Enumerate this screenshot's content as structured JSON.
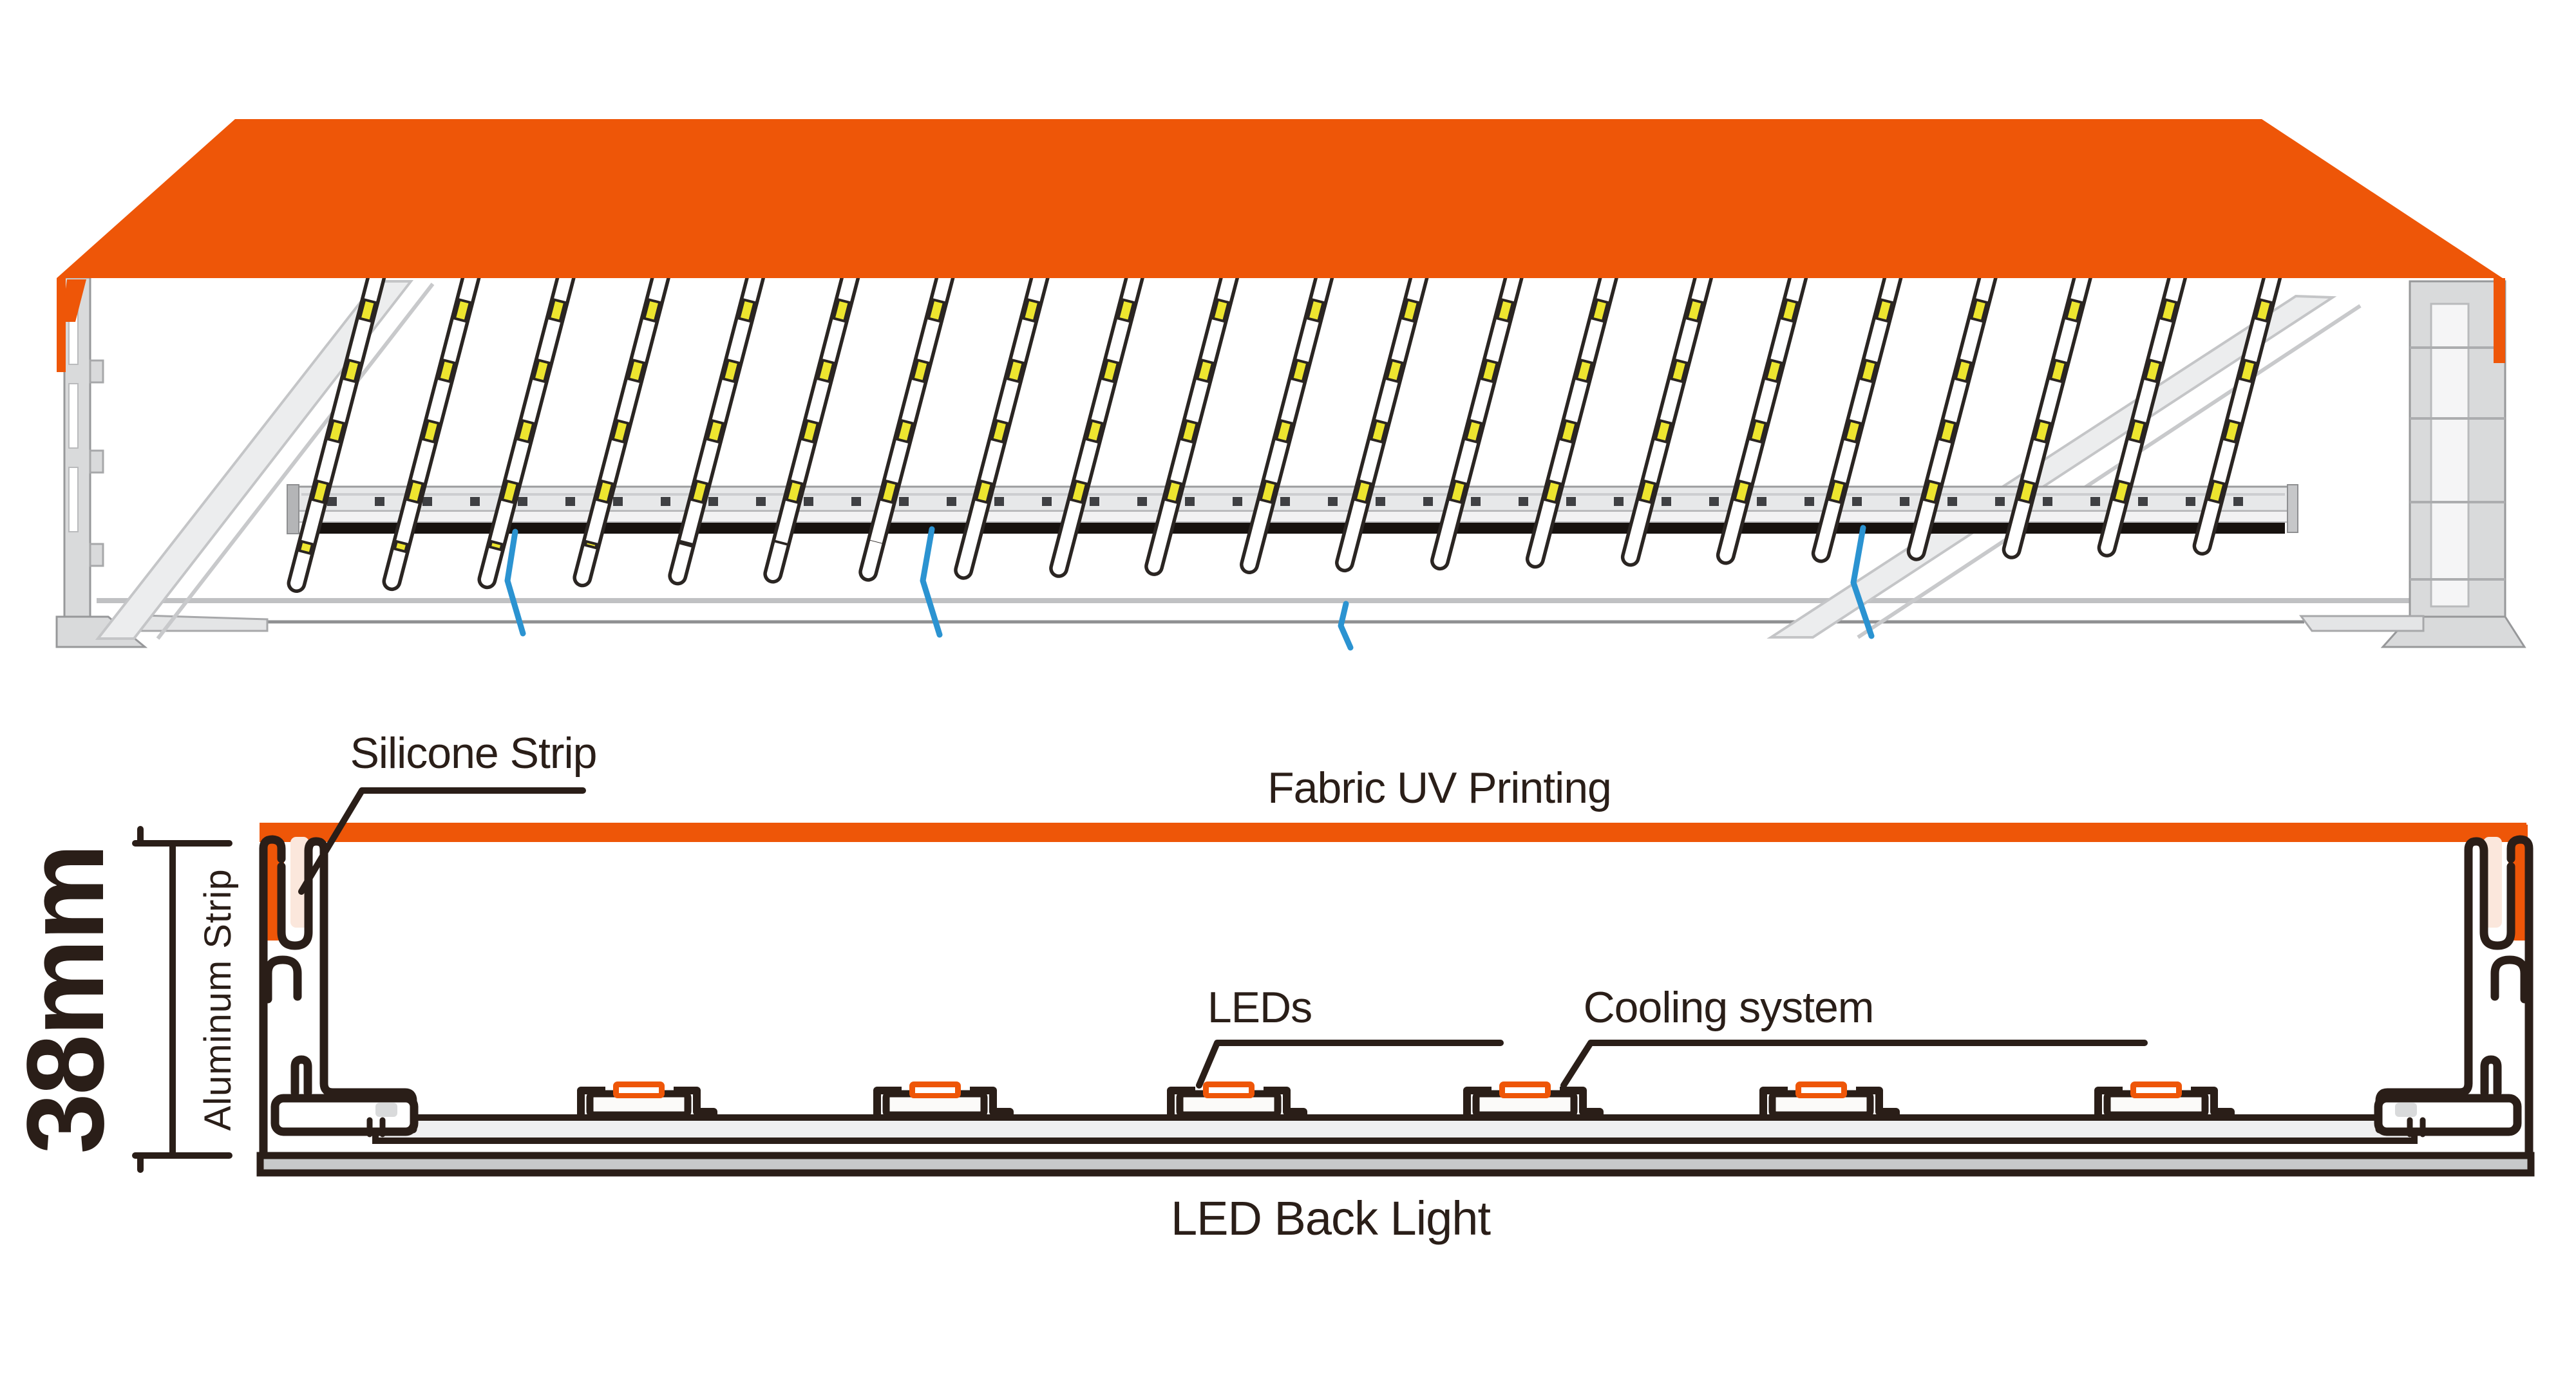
{
  "colors": {
    "fabric_orange": "#EE5608",
    "outline_dark": "#2A1E18",
    "silicone_cream": "#FBE7DC",
    "led_yellow": "#EDE52F",
    "wire_blue": "#2B93D1",
    "frame_gray": "#D9DADB",
    "back_panel_gray": "#EFEFF0",
    "base_plate_gray": "#C7C9CA"
  },
  "perspective_view": {
    "led_strip_count": 21
  },
  "cross_section": {
    "led_module_count": 6,
    "labels": {
      "silicone_strip": "Silicone Strip",
      "fabric_uv_printing": "Fabric UV Printing",
      "leds": "LEDs",
      "cooling_system": "Cooling system",
      "led_back_light": "LED Back Light",
      "dimension_height": "38mm",
      "aluminum_strip": "Aluminum Strip"
    }
  }
}
